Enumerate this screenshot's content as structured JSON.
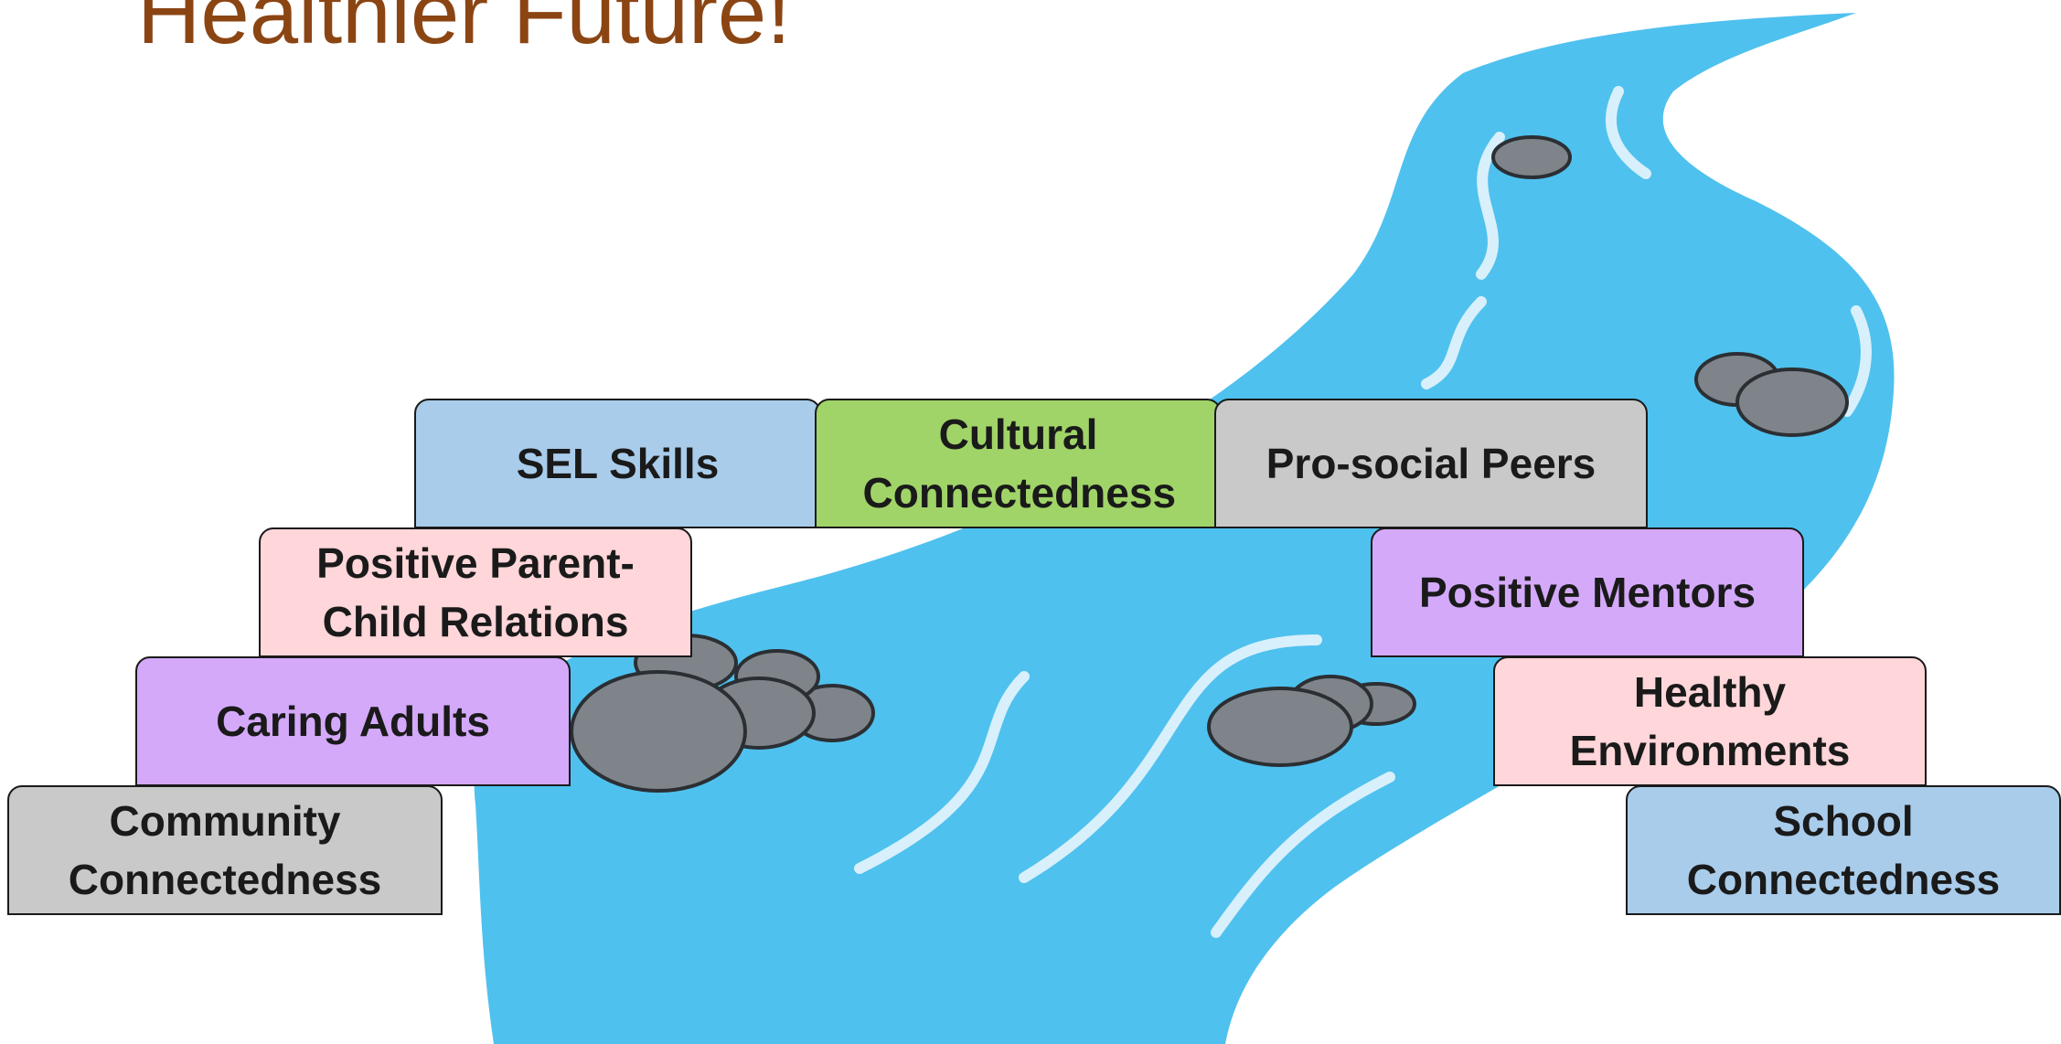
{
  "slide": {
    "title": "Healthier Future!",
    "title_color": "#8B4513"
  },
  "art": {
    "river_color": "#4FC1EE",
    "highlight_color": "#D8F0FB",
    "rock_color": "#7E848A",
    "rock_outline": "#2B2F33"
  },
  "steps": {
    "sel_skills": {
      "label": "SEL Skills",
      "color": "#A9CCEB"
    },
    "cultural_connectedness": {
      "label": "Cultural Connectedness",
      "color": "#A0D468"
    },
    "pro_social_peers": {
      "label": "Pro-social Peers",
      "color": "#C9C9C9"
    },
    "parent_child": {
      "label": "Positive Parent-Child Relations",
      "color": "#FFD6D9"
    },
    "positive_mentors": {
      "label": "Positive Mentors",
      "color": "#D4A9FA"
    },
    "caring_adults": {
      "label": "Caring Adults",
      "color": "#D4A9FA"
    },
    "healthy_environments": {
      "label": "Healthy Environments",
      "color": "#FFD6D9"
    },
    "community_connectedness": {
      "label": "Community Connectedness",
      "color": "#C9C9C9"
    },
    "school_connectedness": {
      "label": "School Connectedness",
      "color": "#A9CCEB"
    }
  }
}
